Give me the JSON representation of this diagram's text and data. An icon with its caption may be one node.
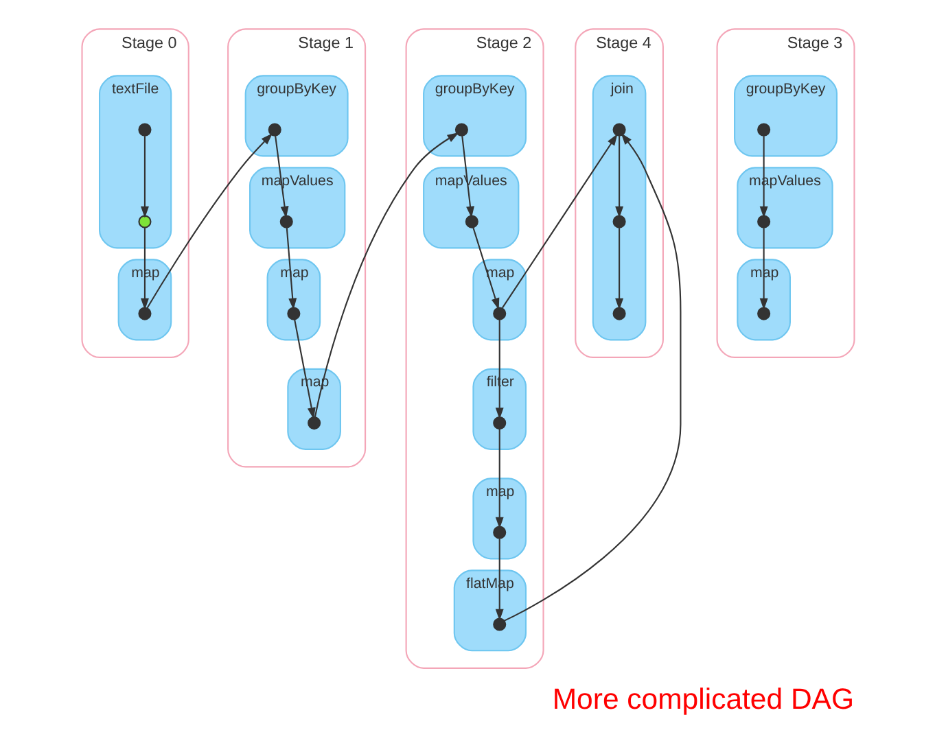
{
  "diagram": {
    "title": "More complicated DAG",
    "nodes": [
      {
        "text": [
          "Stage 0"
        ]
      },
      {
        "text": [
          "textFile"
        ],
        "in": 0
      },
      {
        "text": [],
        "shape": "circle",
        "in": 1
      },
      {
        "text": [],
        "shape": "circle",
        "in": 1
      },
      {
        "text": [
          "map"
        ],
        "in": 0
      },
      {
        "text": [],
        "shape": "circle",
        "in": 4
      },
      {
        "text": [
          "Stage 1"
        ]
      },
      {
        "text": [
          "groupByKey"
        ],
        "in": 6
      },
      {
        "text": [],
        "shape": "circle",
        "in": 7
      },
      {
        "text": [
          "mapValues"
        ],
        "in": 6
      },
      {
        "text": [],
        "shape": "circle",
        "in": 9
      },
      {
        "text": [
          "map"
        ],
        "in": 6
      },
      {
        "text": [],
        "shape": "circle",
        "in": 11
      },
      {
        "text": [
          "map"
        ],
        "in": 6
      },
      {
        "text": [],
        "shape": "circle",
        "in": 13
      },
      {
        "text": [
          "Stage 2"
        ]
      },
      {
        "text": [
          "groupByKey"
        ],
        "in": 15
      },
      {
        "text": [],
        "shape": "circle",
        "in": 16
      },
      {
        "text": [
          "mapValues"
        ],
        "in": 15
      },
      {
        "text": [],
        "shape": "circle",
        "in": 18
      },
      {
        "text": [
          "map"
        ],
        "in": 15
      },
      {
        "text": [],
        "shape": "circle",
        "in": 20
      },
      {
        "text": [
          "filter"
        ],
        "in": 15
      },
      {
        "text": [],
        "shape": "circle",
        "in": 22
      },
      {
        "text": [
          "map"
        ],
        "in": 15
      },
      {
        "text": [],
        "shape": "circle",
        "in": 24
      },
      {
        "text": [
          "flatMap"
        ],
        "in": 15
      },
      {
        "text": [],
        "shape": "circle",
        "in": 26
      },
      {
        "text": [
          "Stage 3"
        ]
      },
      {
        "text": [
          "groupByKey"
        ],
        "in": 28
      },
      {
        "text": [],
        "shape": "circle",
        "in": 29
      },
      {
        "text": [
          "mapValues"
        ],
        "in": 28
      },
      {
        "text": [],
        "shape": "circle",
        "in": 31
      },
      {
        "text": [
          "map"
        ],
        "in": 28
      },
      {
        "text": [],
        "shape": "circle",
        "in": 33
      },
      {
        "text": [
          "Stage 4"
        ]
      },
      {
        "text": [
          "join"
        ],
        "in": 35
      },
      {
        "text": [],
        "shape": "circle",
        "in": 36
      },
      {
        "text": [],
        "shape": "circle",
        "in": 36
      },
      {
        "text": [],
        "shape": "circle",
        "in": 36
      }
    ],
    "edges": [
      {
        "from": 2,
        "to": 3,
        "arrow": "to"
      },
      {
        "from": 3,
        "to": 5,
        "arrow": "to"
      },
      {
        "from": 5,
        "to": 8,
        "arrow": "to"
      },
      {
        "from": 8,
        "to": 10,
        "arrow": "to"
      },
      {
        "from": 10,
        "to": 12,
        "arrow": "to"
      },
      {
        "from": 12,
        "to": 14,
        "arrow": "to"
      },
      {
        "from": 14,
        "to": 17,
        "arrow": "to"
      },
      {
        "from": 17,
        "to": 19,
        "arrow": "to"
      },
      {
        "from": 19,
        "to": 21,
        "arrow": "to"
      },
      {
        "from": 21,
        "to": 23,
        "arrow": "to"
      },
      {
        "from": 23,
        "to": 25,
        "arrow": "to"
      },
      {
        "from": 25,
        "to": 27,
        "arrow": "to"
      },
      {
        "from": 30,
        "to": 32,
        "arrow": "to"
      },
      {
        "from": 32,
        "to": 34,
        "arrow": "to"
      },
      {
        "from": 21,
        "to": 37,
        "arrow": "to"
      },
      {
        "from": 27,
        "to": 37,
        "arrow": "to"
      },
      {
        "from": 37,
        "to": 38,
        "arrow": "to"
      },
      {
        "from": 38,
        "to": 39,
        "arrow": "to"
      }
    ]
  }
}
